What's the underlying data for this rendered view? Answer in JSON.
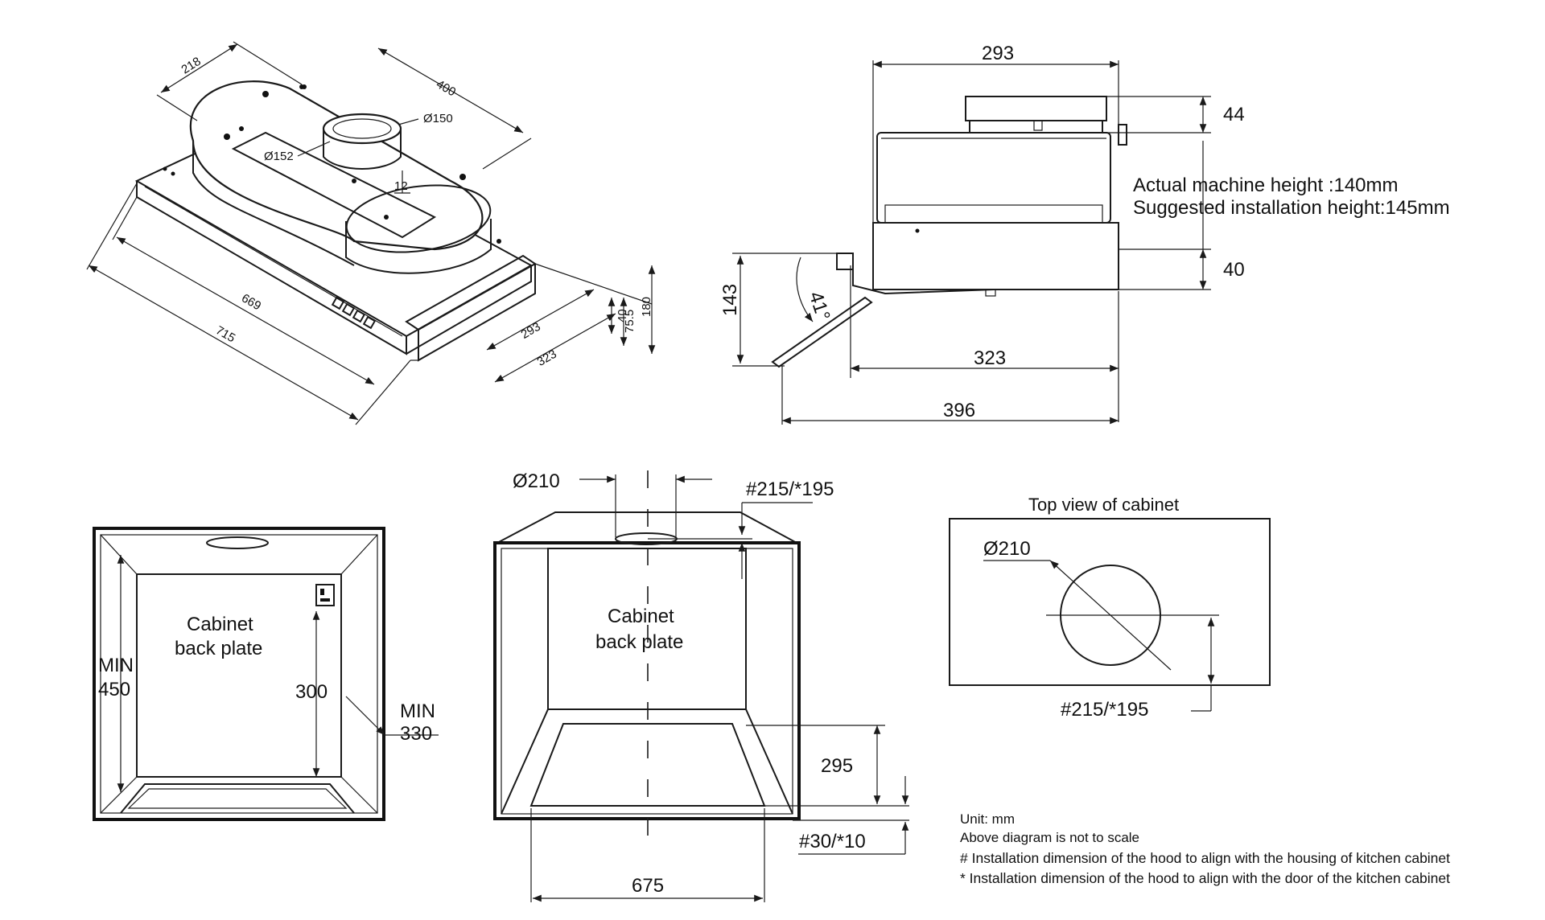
{
  "isometric": {
    "width_218": "218",
    "depth_400": "400",
    "dia_150": "Ø150",
    "dia_152": "Ø152",
    "offset_12": "12",
    "len_669": "669",
    "len_715": "715",
    "d_293": "293",
    "d_323": "323",
    "h_40": "40",
    "h_75_5": "75.5",
    "h_180": "180"
  },
  "side_view": {
    "top_293": "293",
    "h_44": "44",
    "h_40": "40",
    "h_143": "143",
    "angle_41": "41°",
    "d_323": "323",
    "d_396": "396",
    "note_actual_height": "Actual machine height :140mm",
    "note_suggested_height": "Suggested installation height:145mm"
  },
  "cabinet_front_left": {
    "label_line1": "Cabinet",
    "label_line2": "back plate",
    "min_label": "MIN",
    "min_450": "450",
    "dim_300": "300",
    "min_330_label": "MIN",
    "min_330": "330"
  },
  "cabinet_section": {
    "dia_210": "Ø210",
    "dim_215_195": "#215/*195",
    "label_line1": "Cabinet",
    "label_line2": "back plate",
    "dim_295": "295",
    "dim_30_10": "#30/*10",
    "dim_675": "675"
  },
  "top_view": {
    "title": "Top view of cabinet",
    "dia_210": "Ø210",
    "dim_215_195": "#215/*195"
  },
  "notes": {
    "unit": "Unit: mm",
    "scale": "Above diagram is not to scale",
    "hash_note": "# Installation dimension of the hood to align with the housing of kitchen cabinet",
    "star_note": "* Installation dimension of the hood to align with the door of the kitchen cabinet"
  }
}
